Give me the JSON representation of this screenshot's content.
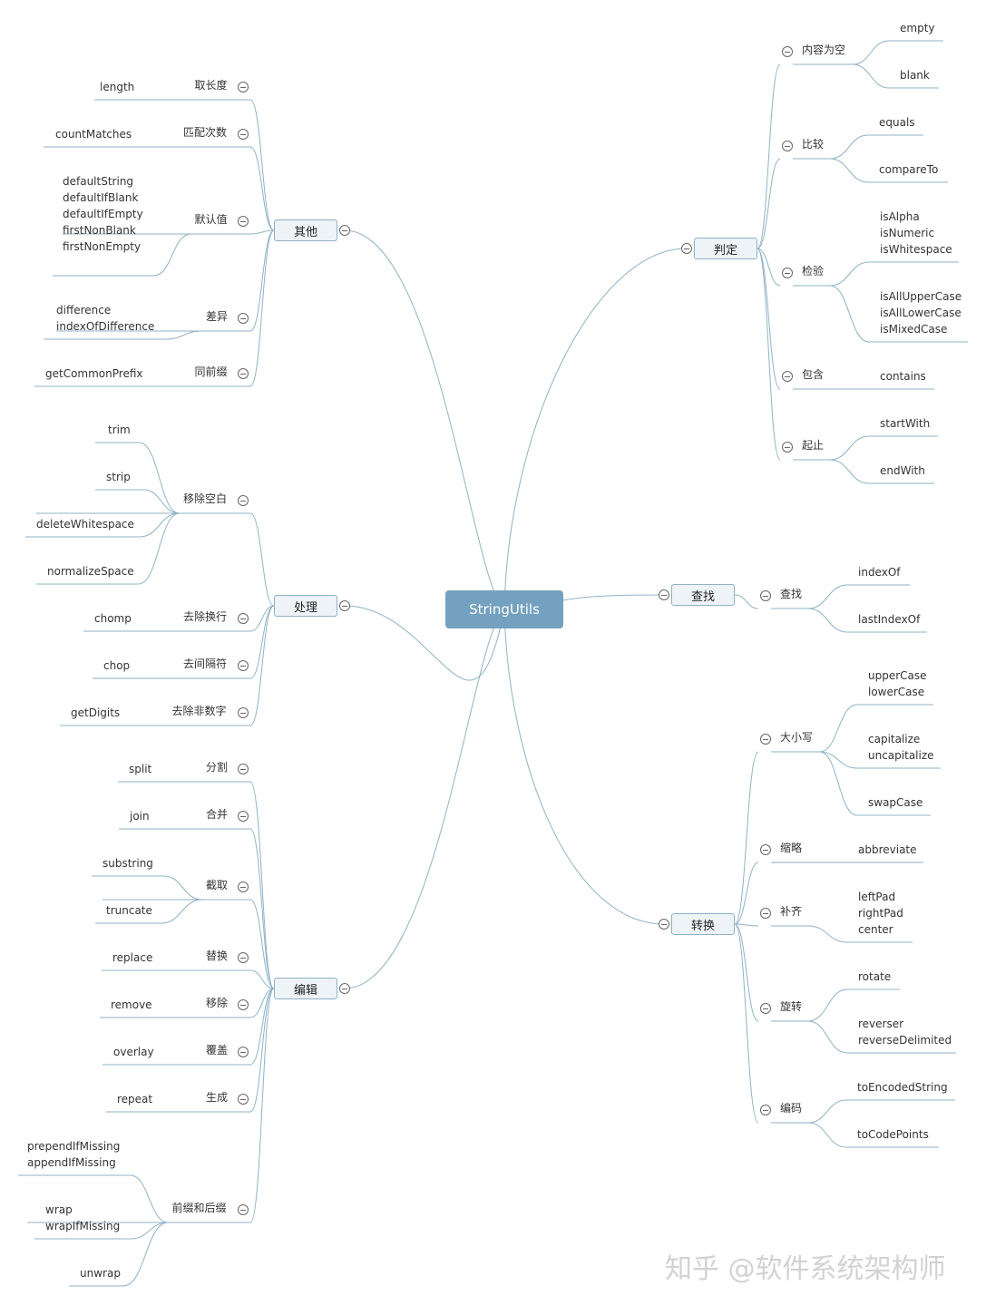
{
  "root": "StringUtils",
  "watermark": "知乎 @软件系统架构师",
  "branches": [
    {
      "label": "其他",
      "children": [
        {
          "label": "取长度",
          "leaves": [
            "length"
          ]
        },
        {
          "label": "匹配次数",
          "leaves": [
            "countMatches"
          ]
        },
        {
          "label": "默认值",
          "leaves": [
            "defaultString\ndefaultIfBlank\ndefaultIfEmpty\nfirstNonBlank\nfirstNonEmpty"
          ]
        },
        {
          "label": "差异",
          "leaves": [
            "difference\nindexOfDifference"
          ]
        },
        {
          "label": "同前缀",
          "leaves": [
            "getCommonPrefix"
          ]
        }
      ]
    },
    {
      "label": "处理",
      "children": [
        {
          "label": "移除空白",
          "leaves": [
            "trim",
            "strip",
            "deleteWhitespace",
            "normalizeSpace"
          ]
        },
        {
          "label": "去除换行",
          "leaves": [
            "chomp"
          ]
        },
        {
          "label": "去间隔符",
          "leaves": [
            "chop"
          ]
        },
        {
          "label": "去除非数字",
          "leaves": [
            "getDigits"
          ]
        }
      ]
    },
    {
      "label": "编辑",
      "children": [
        {
          "label": "分割",
          "leaves": [
            "split"
          ]
        },
        {
          "label": "合并",
          "leaves": [
            "join"
          ]
        },
        {
          "label": "截取",
          "leaves": [
            "substring",
            "truncate"
          ]
        },
        {
          "label": "替换",
          "leaves": [
            "replace"
          ]
        },
        {
          "label": "移除",
          "leaves": [
            "remove"
          ]
        },
        {
          "label": "覆盖",
          "leaves": [
            "overlay"
          ]
        },
        {
          "label": "生成",
          "leaves": [
            "repeat"
          ]
        },
        {
          "label": "前缀和后缀",
          "leaves": [
            "prependIfMissing\nappendIfMissing",
            "wrap\nwrapIfMissing",
            "unwrap"
          ]
        }
      ]
    },
    {
      "label": "判定",
      "children": [
        {
          "label": "内容为空",
          "leaves": [
            "empty",
            "blank"
          ]
        },
        {
          "label": "比较",
          "leaves": [
            "equals",
            "compareTo"
          ]
        },
        {
          "label": "检验",
          "leaves": [
            "isAlpha\nisNumeric\nisWhitespace",
            "isAllUpperCase\nisAllLowerCase\nisMixedCase"
          ]
        },
        {
          "label": "包含",
          "leaves": [
            "contains"
          ]
        },
        {
          "label": "起止",
          "leaves": [
            "startWith",
            "endWith"
          ]
        }
      ]
    },
    {
      "label": "查找",
      "children": [
        {
          "label": "查找",
          "leaves": [
            "indexOf",
            "lastIndexOf"
          ]
        }
      ]
    },
    {
      "label": "转换",
      "children": [
        {
          "label": "大小写",
          "leaves": [
            "upperCase\nlowerCase",
            "capitalize\nuncapitalize",
            "swapCase"
          ]
        },
        {
          "label": "缩略",
          "leaves": [
            "abbreviate"
          ]
        },
        {
          "label": "补齐",
          "leaves": [
            "leftPad\nrightPad\ncenter"
          ]
        },
        {
          "label": "旋转",
          "leaves": [
            "rotate",
            "reverser\nreverseDelimited"
          ]
        },
        {
          "label": "编码",
          "leaves": [
            "toEncodedString",
            "toCodePoints"
          ]
        }
      ]
    }
  ]
}
